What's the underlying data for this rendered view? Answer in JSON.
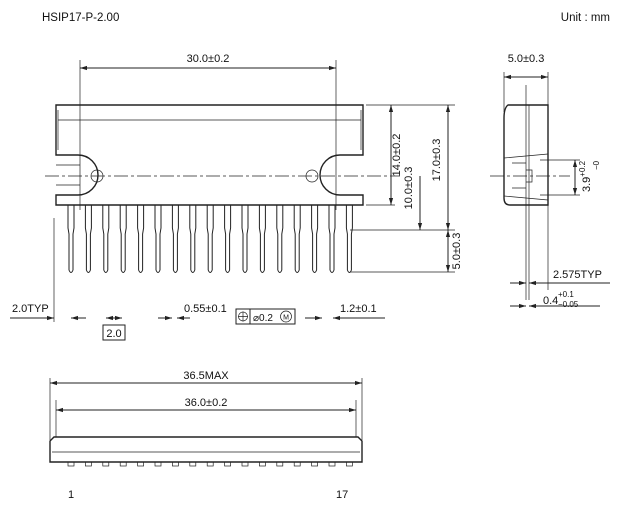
{
  "header": {
    "package_name": "HSIP17-P-2.00",
    "unit": "Unit : mm"
  },
  "front_view": {
    "width_dim": "30.0±0.2",
    "height_dim": "14.0±0.2",
    "total_height_dim": "17.0±0.3",
    "hole_to_seat_dim": "10.0±0.3",
    "lead_length_dim": "5.0±0.3",
    "pitch_typ": "2.0TYP",
    "pitch_basic": "2.0",
    "lead_width_dim": "0.55±0.1",
    "position_tolerance": "⌀0.2",
    "mmc_symbol": "M",
    "shoulder_width_dim": "1.2±0.1",
    "lead_count": 17
  },
  "side_view": {
    "thickness_dim": "5.0±0.3",
    "hole_height_base": "3.9",
    "hole_height_plus": "+0.2",
    "hole_height_minus": "−0",
    "lead_offset_dim": "2.575TYP",
    "lead_thickness_base": "0.4",
    "lead_thickness_plus": "+0.1",
    "lead_thickness_minus": "−0.05"
  },
  "bottom_view": {
    "max_length_dim": "36.5MAX",
    "length_dim": "36.0±0.2",
    "pin_first": "1",
    "pin_last": "17"
  }
}
